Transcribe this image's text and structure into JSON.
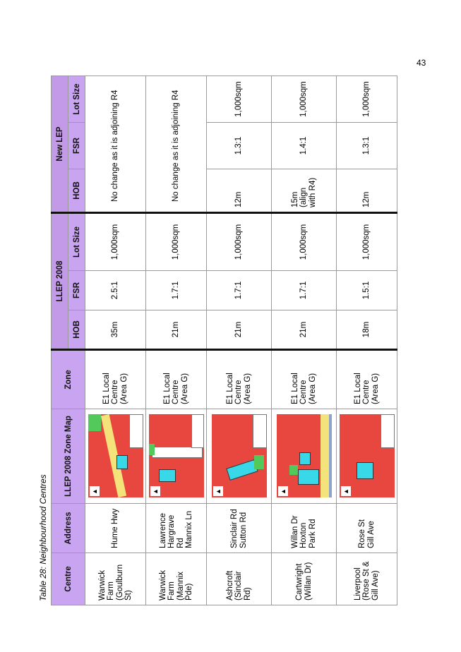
{
  "page_number": "43",
  "caption": "Table 28: Neighbourhood Centres",
  "headers": {
    "centre": "Centre",
    "address": "Address",
    "zone_map": "LLEP 2008 Zone Map",
    "zone": "Zone",
    "llep_group": "LLEP 2008",
    "new_group": "New LEP",
    "hob": "HOB",
    "fsr": "FSR",
    "lot_size": "Lot Size"
  },
  "rows": [
    {
      "centre": "Warwick\nFarm\n(Goulburn\nSt)",
      "address": "Hume Hwy",
      "zone": "E1 Local\nCentre\n(Area G)",
      "llep": {
        "hob": "35m",
        "fsr": "2.5:1",
        "lot": "1,000sqm"
      },
      "new_merged": "No change as it is adjoining R4",
      "map_icon": "north-arrow"
    },
    {
      "centre": "Warwick\nFarm\n(Mannix\nPde)",
      "address": "Lawrence\nHargrave\nRd\nMannix Ln",
      "zone": "E1 Local\nCentre\n(Area G)",
      "llep": {
        "hob": "21m",
        "fsr": "1.7:1",
        "lot": "1,000sqm"
      },
      "new_merged": "No change as it is adjoining R4",
      "map_icon": "north-arrow"
    },
    {
      "centre": "Ashcroft\n(Sinclair\nRd)",
      "address": "Sinclair Rd\nSutton Rd",
      "zone": "E1 Local\nCentre\n(Area G)",
      "llep": {
        "hob": "21m",
        "fsr": "1.7:1",
        "lot": "1,000sqm"
      },
      "new": {
        "hob": "12m",
        "fsr": "1.3:1",
        "lot": "1,000sqm"
      },
      "map_icon": "north-arrow"
    },
    {
      "centre": "Cartwright\n(Willan Dr)",
      "address": "Willan Dr\nHoxton\nPark Rd",
      "zone": "E1 Local\nCentre\n(Area G)",
      "llep": {
        "hob": "21m",
        "fsr": "1.7:1",
        "lot": "1,000sqm"
      },
      "new": {
        "hob": "15m\n(align\nwith R4)",
        "fsr": "1.4:1",
        "lot": "1,000sqm"
      },
      "map_icon": "north-arrow"
    },
    {
      "centre": "Liverpool\n(Rose St &\nGill Ave)",
      "address": "Rose St\nGill Ave",
      "zone": "E1 Local\nCentre\n(Area G)",
      "llep": {
        "hob": "18m",
        "fsr": "1.5:1",
        "lot": "1,000sqm"
      },
      "new": {
        "hob": "12m",
        "fsr": "1.3:1",
        "lot": "1,000sqm"
      },
      "map_icon": "north-arrow"
    }
  ]
}
